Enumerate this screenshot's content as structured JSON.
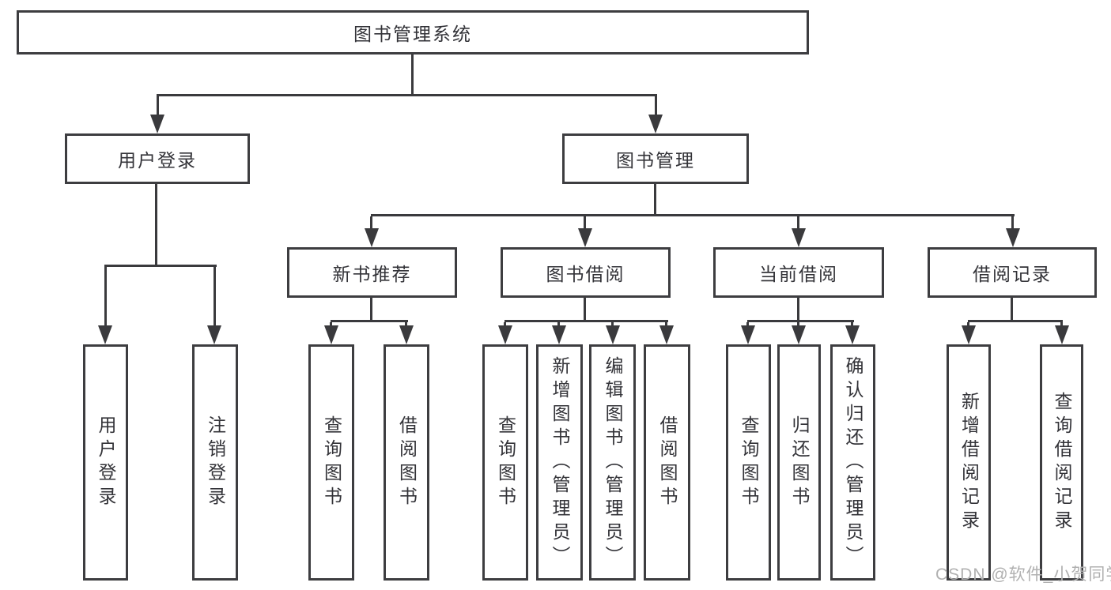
{
  "diagram": {
    "title": "图书管理系统",
    "level2": [
      {
        "label": "用户登录",
        "children": [
          "用户登录",
          "注销登录"
        ]
      },
      {
        "label": "图书管理",
        "children": [
          {
            "label": "新书推荐",
            "children": [
              "查询图书",
              "借阅图书"
            ]
          },
          {
            "label": "图书借阅",
            "children": [
              "查询图书",
              "新增图书（管理员）",
              "编辑图书（管理员）",
              "借阅图书"
            ]
          },
          {
            "label": "当前借阅",
            "children": [
              "查询图书",
              "归还图书",
              "确认归还（管理员）"
            ]
          },
          {
            "label": "借阅记录",
            "children": [
              "新增借阅记录",
              "查询借阅记录"
            ]
          }
        ]
      }
    ],
    "watermark": "CSDN @软件_小贺同学",
    "colors": {
      "line": "#3a3a3d",
      "box_border": "#3d3d40",
      "text": "#333338",
      "watermark": "#b0b0b0",
      "background": "#ffffff"
    }
  }
}
